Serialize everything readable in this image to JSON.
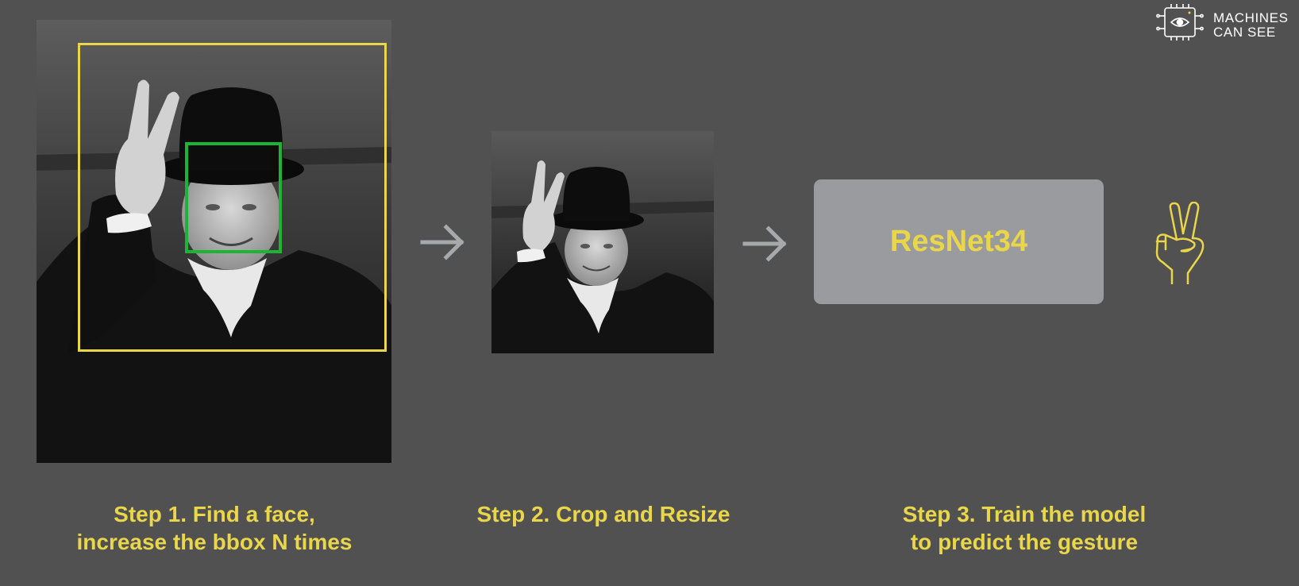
{
  "logo": {
    "line1": "MACHINES",
    "line2": "CAN SEE",
    "icon": "chip-eye-icon"
  },
  "steps": [
    {
      "line1": "Step 1. Find a face,",
      "line2": "increase the bbox N times"
    },
    {
      "line1": "Step 2. Crop and Resize"
    },
    {
      "line1": "Step 3. Train the model",
      "line2": "to predict the gesture"
    }
  ],
  "model": {
    "label": "ResNet34"
  },
  "icons": {
    "arrow": "arrow-right-icon",
    "gesture": "victory-hand-icon"
  },
  "colors": {
    "background": "#515151",
    "accent": "#e9d64a",
    "face_box": "#1db337",
    "model_box": "#9a9b9e",
    "arrow": "#a7a9ac"
  }
}
